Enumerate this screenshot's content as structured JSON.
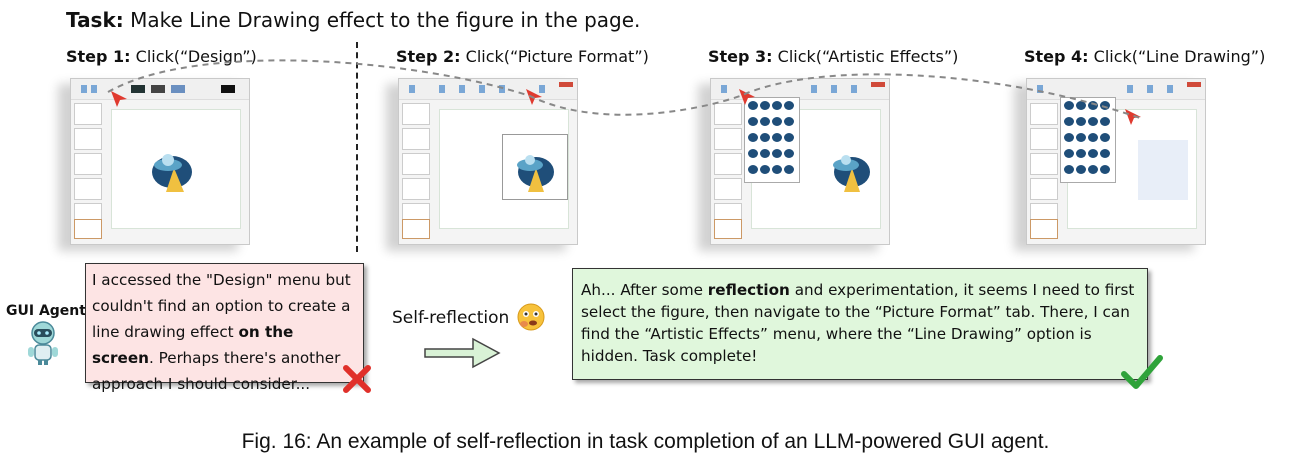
{
  "task": {
    "label": "Task:",
    "text": "Make Line Drawing effect to the figure in the page."
  },
  "steps": [
    {
      "label": "Step 1:",
      "action": "Click(“Design”)"
    },
    {
      "label": "Step 2:",
      "action": "Click(“Picture Format”)"
    },
    {
      "label": "Step 3:",
      "action": "Click(“Artistic Effects”)"
    },
    {
      "label": "Step 4:",
      "action": "Click(“Line Drawing”)"
    }
  ],
  "agent": {
    "label": "GUI Agent"
  },
  "left_bubble": {
    "text_before": "I accessed the \"Design\" menu but couldn't find an option to create a line drawing effect ",
    "bold": "on the screen",
    "text_after": ". Perhaps there's another approach I should consider..."
  },
  "reflection": {
    "label": "Self-reflection"
  },
  "right_bubble": {
    "text_before": "Ah... After some ",
    "bold": "reflection",
    "text_after": " and experimentation, it seems I need to first select the figure, then navigate to the “Picture Format” tab. There, I can find the “Artistic Effects” menu, where the “Line Drawing” option is hidden. Task complete!"
  },
  "caption": "Fig. 16: An example of self-reflection in task completion of an LLM-powered GUI agent.",
  "colors": {
    "fail_bubble": "#fde4e4",
    "success_bubble": "#e0f7dc",
    "cursor": "#e03a2f",
    "figure_blue": "#1f4e79",
    "beam_yellow": "#f0c040"
  },
  "icons": [
    "robot-icon",
    "thinking-face-icon",
    "right-arrow-icon",
    "red-x-icon",
    "green-check-icon",
    "cursor-icon",
    "ufo-icon"
  ]
}
